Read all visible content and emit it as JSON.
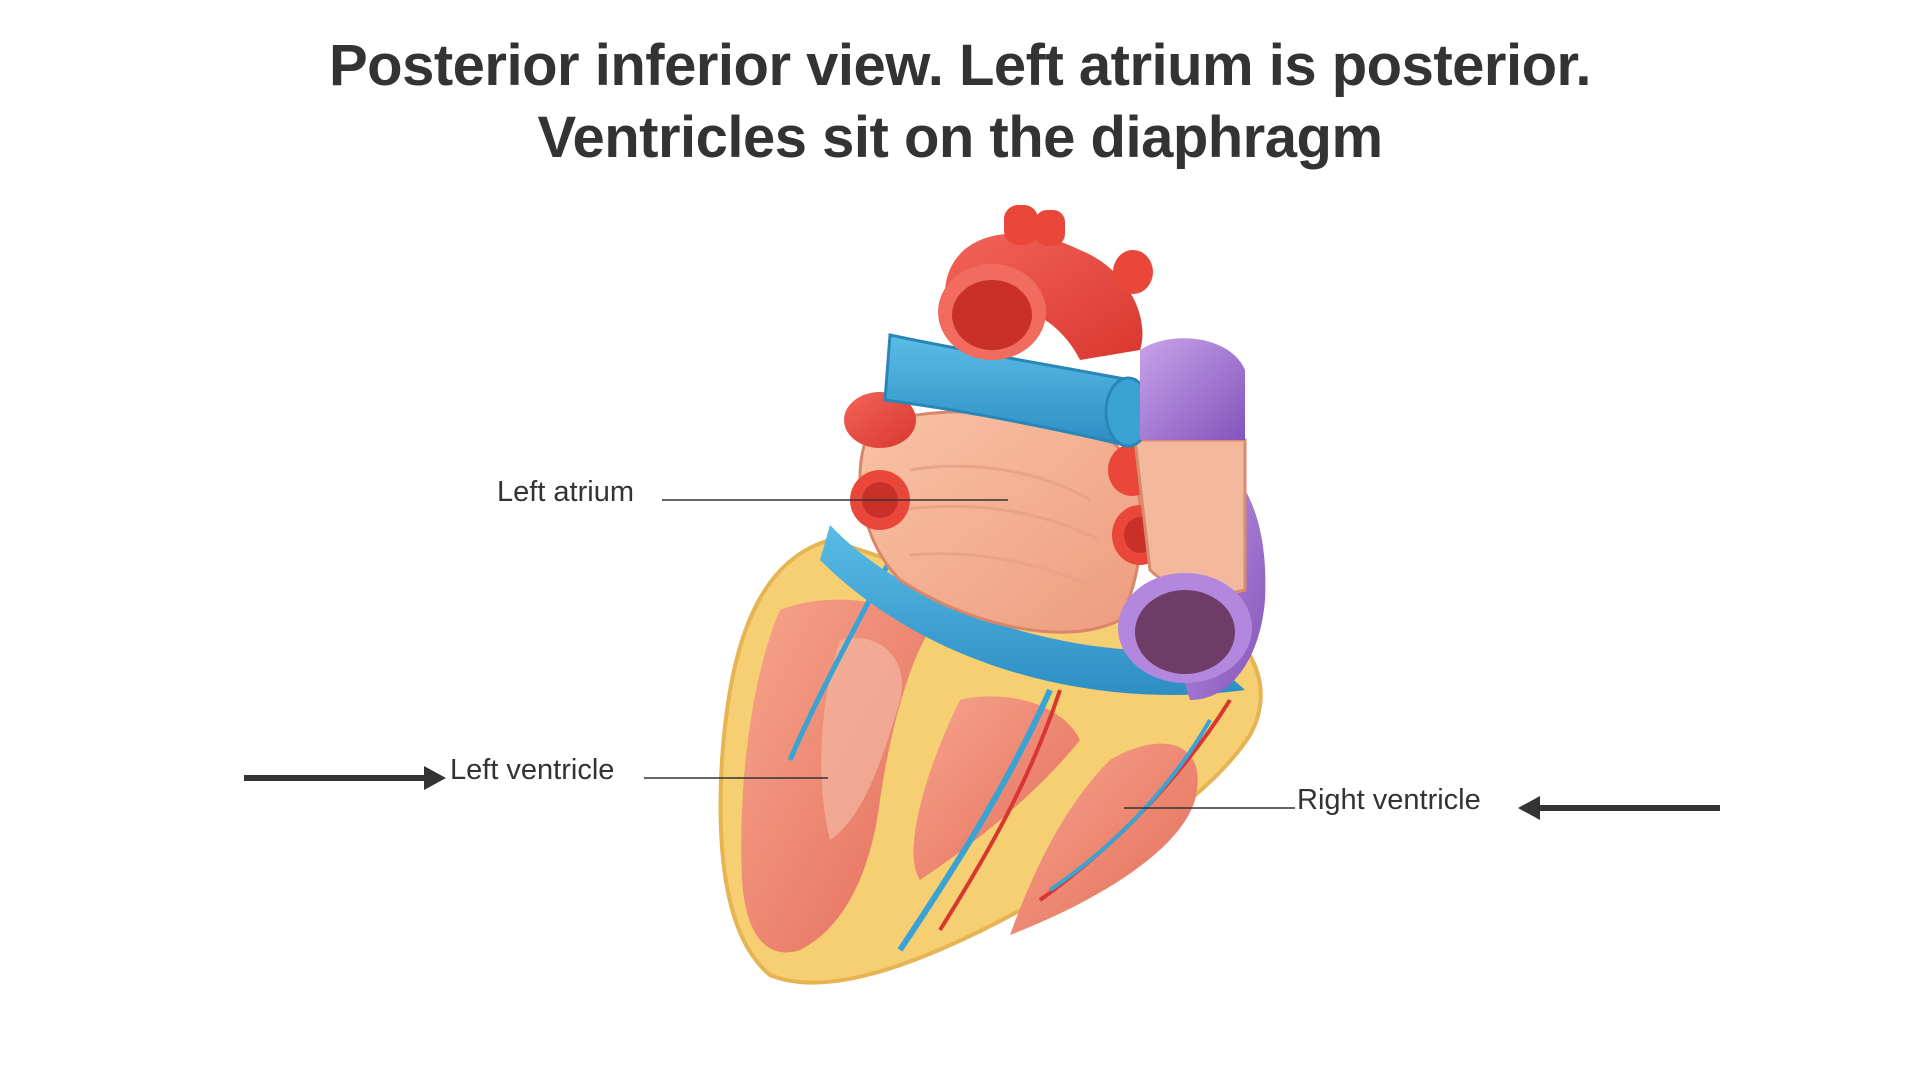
{
  "title": {
    "line1": "Posterior inferior view. Left atrium is posterior.",
    "line2": "Ventricles sit on the diaphragm"
  },
  "labels": {
    "left_atrium": "Left atrium",
    "left_ventricle": "Left ventricle",
    "right_ventricle": "Right ventricle"
  },
  "colors": {
    "text": "#333333",
    "artery_red": "#e8473a",
    "vein_blue": "#3aa3d4",
    "pulmonary_purple": "#9b6fd0",
    "fat_yellow": "#f7d77a",
    "muscle_salmon": "#ef8f78",
    "arrow": "#333333"
  },
  "icons": {
    "left_arrow": "arrow-right-icon",
    "right_arrow": "arrow-left-icon"
  }
}
